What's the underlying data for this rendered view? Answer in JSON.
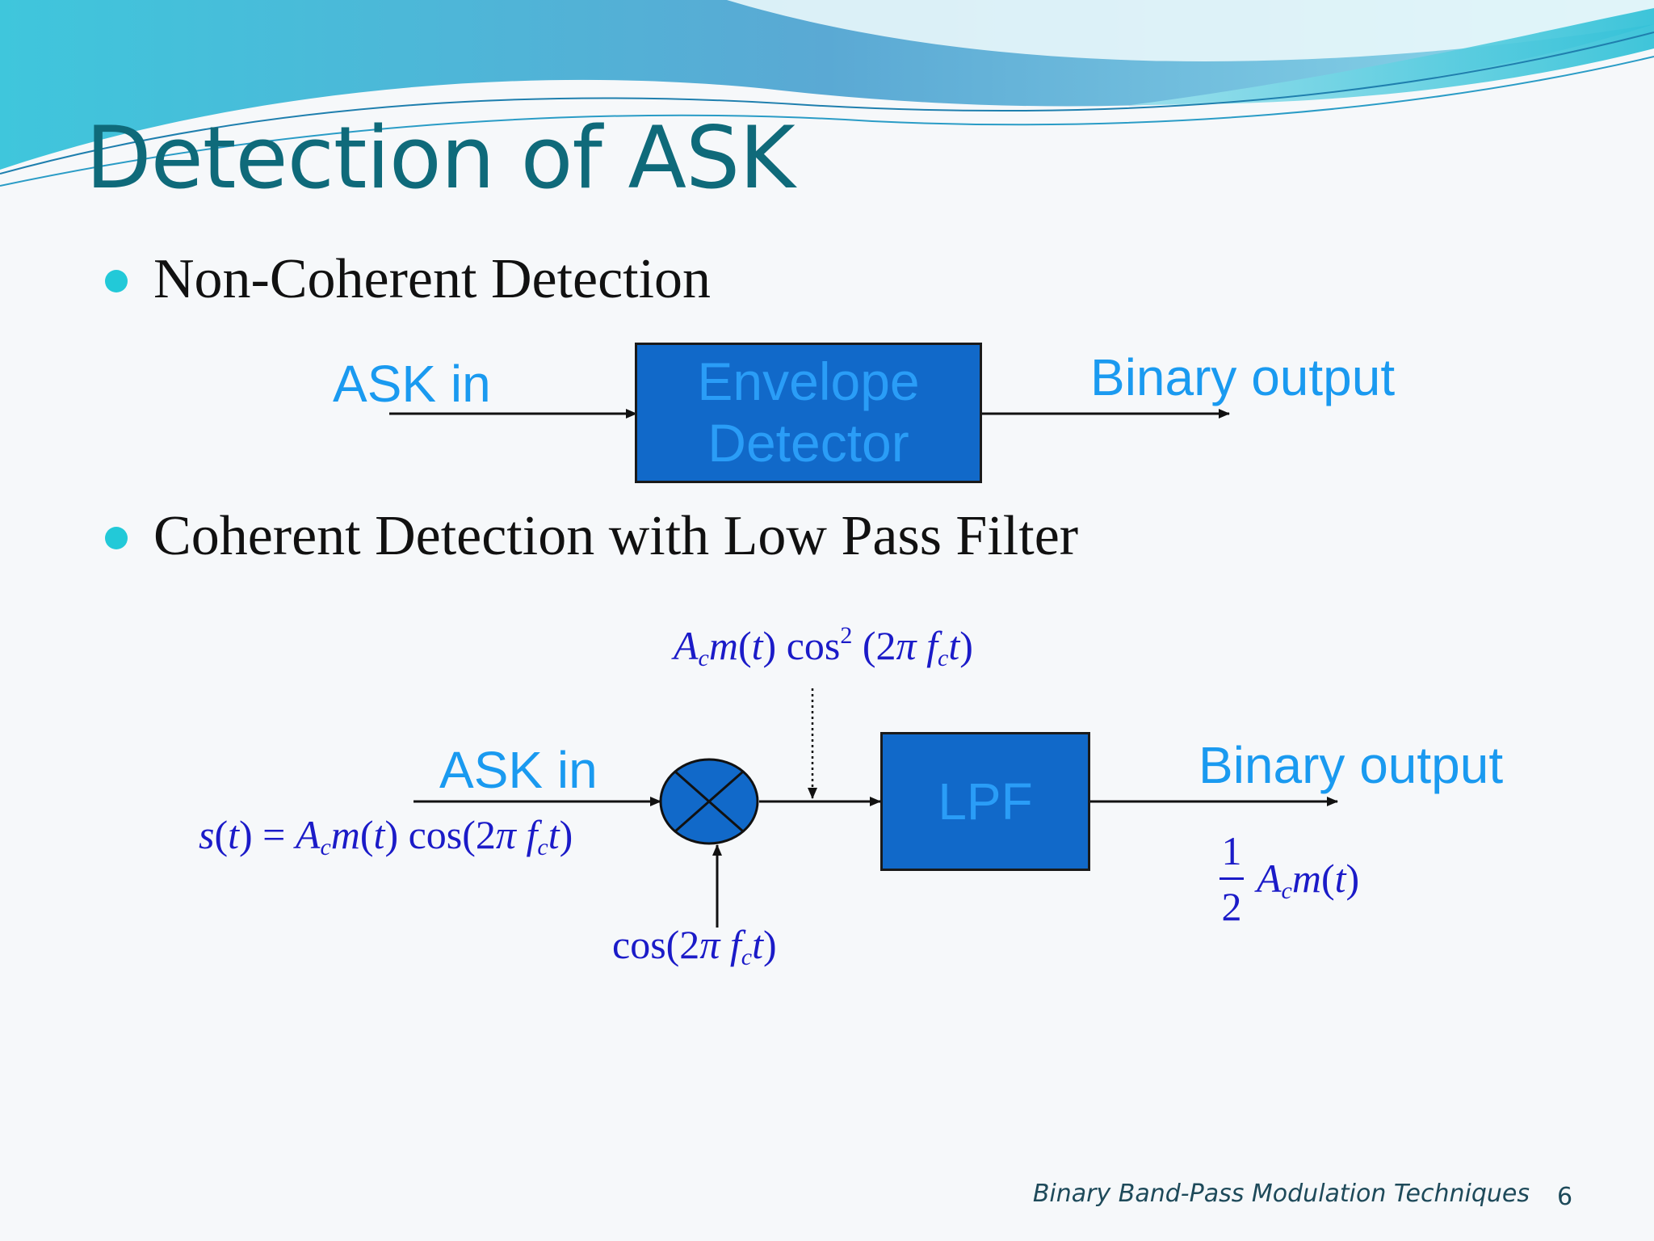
{
  "slide": {
    "title": "Detection of ASK",
    "bullets": [
      "Non-Coherent Detection",
      "Coherent Detection with Low Pass Filter"
    ],
    "footer": "Binary Band-Pass Modulation Techniques",
    "page_number": "6"
  },
  "diagram1": {
    "input_label": "ASK in",
    "block_line1": "Envelope",
    "block_line2": "Detector",
    "output_label": "Binary output"
  },
  "diagram2": {
    "input_label": "ASK in",
    "lpf_label": "LPF",
    "output_label": "Binary output",
    "input_eq_lhs": "s",
    "carrier_eq": "cos(2π f_c t)",
    "product_eq": "A_c m(t) cos²(2π f_c t)",
    "output_eq_num": "1",
    "output_eq_den": "2"
  },
  "colors": {
    "title": "#0f6a7a",
    "accent_label": "#1a9af0",
    "block_fill": "#1169c9",
    "math": "#1b1bc8",
    "bullet": "#22c9d8"
  }
}
